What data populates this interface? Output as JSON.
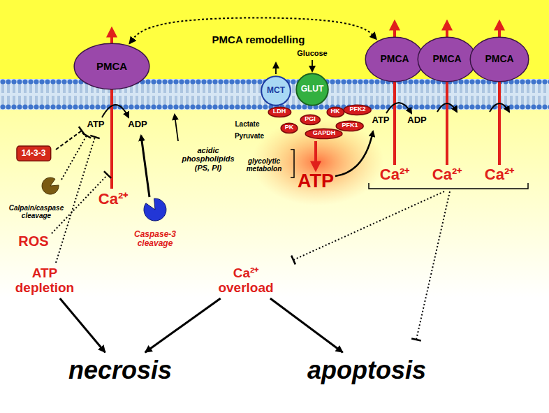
{
  "diagram": {
    "nodes": [
      {
        "text": [
          "PMCA"
        ]
      },
      {
        "text": [
          "14-3-3"
        ]
      },
      {
        "text": [
          "MCT"
        ]
      },
      {
        "text": [
          "GLUT"
        ]
      },
      {
        "text": [
          "LDH"
        ]
      },
      {
        "text": [
          "HK"
        ]
      },
      {
        "text": [
          "PFK2"
        ]
      },
      {
        "text": [
          "PK"
        ]
      },
      {
        "text": [
          "PGI"
        ]
      },
      {
        "text": [
          "PFK1"
        ]
      },
      {
        "text": [
          "GAPDH"
        ]
      },
      {
        "text": [
          "PMCA"
        ]
      },
      {
        "text": [
          "PMCA"
        ]
      },
      {
        "text": [
          "PMCA"
        ]
      },
      {
        "text": [
          "ATP depletion"
        ]
      },
      {
        "text": [
          "Ca²⁺ overload"
        ]
      },
      {
        "text": [
          "necrosis"
        ]
      },
      {
        "text": [
          "apoptosis"
        ]
      }
    ],
    "edges": [
      {
        "from": 0,
        "to": 11,
        "label": "PMCA remodelling",
        "arrow": "both"
      },
      {
        "from": 14,
        "to": 16,
        "arrow": "to"
      },
      {
        "from": 15,
        "to": 16,
        "arrow": "to"
      },
      {
        "from": 15,
        "to": 17,
        "arrow": "to"
      }
    ],
    "labels": [
      "ATP",
      "ADP",
      "Ca²⁺",
      "Calpain/caspase cleavage",
      "ROS",
      "Caspase-3 cleavage",
      "acidic phospholipids (PS, PI)",
      "Glucose",
      "Lactate",
      "Pyruvate",
      "glycolytic metabolon",
      "ATP",
      "ATP",
      "ADP",
      "Ca²⁺",
      "Ca²⁺",
      "Ca²⁺"
    ]
  }
}
